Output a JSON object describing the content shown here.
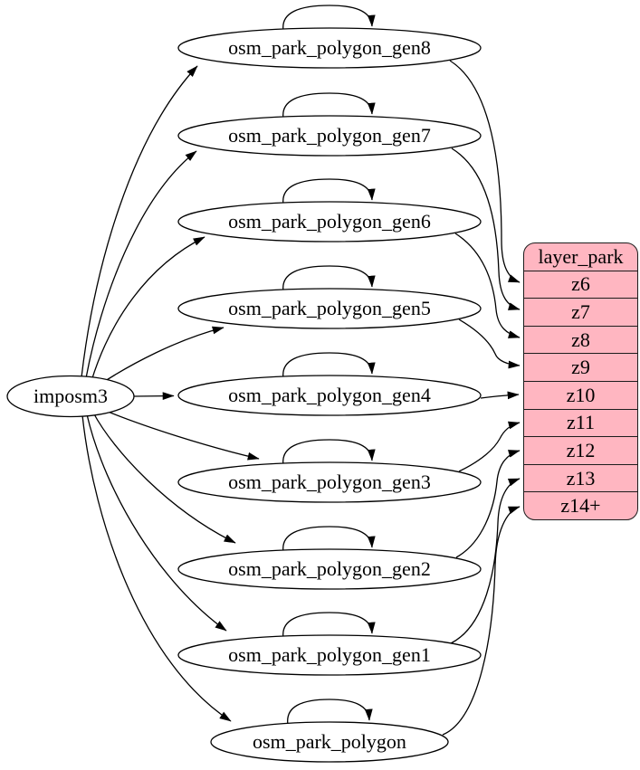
{
  "diagram": {
    "background": "#ffffff",
    "node_fill": "#ffffff",
    "stroke_color": "#000000",
    "source": {
      "label": "imposm3"
    },
    "tables": [
      {
        "label": "osm_park_polygon_gen8"
      },
      {
        "label": "osm_park_polygon_gen7"
      },
      {
        "label": "osm_park_polygon_gen6"
      },
      {
        "label": "osm_park_polygon_gen5"
      },
      {
        "label": "osm_park_polygon_gen4"
      },
      {
        "label": "osm_park_polygon_gen3"
      },
      {
        "label": "osm_park_polygon_gen2"
      },
      {
        "label": "osm_park_polygon_gen1"
      },
      {
        "label": "osm_park_polygon"
      }
    ],
    "layer_table": {
      "title": "layer_park",
      "fill": "#ffb6c1",
      "rows": [
        "z6",
        "z7",
        "z8",
        "z9",
        "z10",
        "z11",
        "z12",
        "z13",
        "z14+"
      ]
    },
    "edges": {
      "from_source": [
        "osm_park_polygon_gen8",
        "osm_park_polygon_gen7",
        "osm_park_polygon_gen6",
        "osm_park_polygon_gen5",
        "osm_park_polygon_gen4",
        "osm_park_polygon_gen3",
        "osm_park_polygon_gen2",
        "osm_park_polygon_gen1",
        "osm_park_polygon"
      ],
      "self_loops": [
        "osm_park_polygon_gen8",
        "osm_park_polygon_gen7",
        "osm_park_polygon_gen6",
        "osm_park_polygon_gen5",
        "osm_park_polygon_gen4",
        "osm_park_polygon_gen3",
        "osm_park_polygon_gen2",
        "osm_park_polygon_gen1",
        "osm_park_polygon"
      ],
      "to_layer": [
        {
          "from": "osm_park_polygon_gen8",
          "row": "z6"
        },
        {
          "from": "osm_park_polygon_gen7",
          "row": "z7"
        },
        {
          "from": "osm_park_polygon_gen6",
          "row": "z8"
        },
        {
          "from": "osm_park_polygon_gen5",
          "row": "z9"
        },
        {
          "from": "osm_park_polygon_gen4",
          "row": "z10"
        },
        {
          "from": "osm_park_polygon_gen3",
          "row": "z11"
        },
        {
          "from": "osm_park_polygon_gen2",
          "row": "z12"
        },
        {
          "from": "osm_park_polygon_gen1",
          "row": "z13"
        },
        {
          "from": "osm_park_polygon",
          "row": "z14+"
        }
      ]
    }
  }
}
